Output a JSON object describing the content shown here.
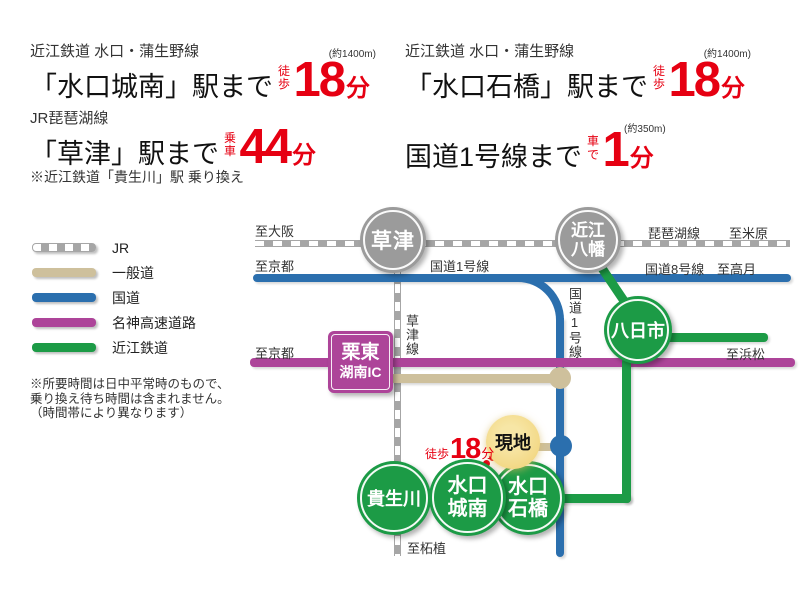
{
  "colors": {
    "accent_red": "#e60012",
    "jr_gray": "#a6a6a6",
    "road_tan": "#cec09c",
    "road_blue": "#2b6fae",
    "expressway_purple": "#ad4499",
    "rail_green": "#1c9b46",
    "station_gray": "#9b9b9b",
    "site_yellow": "#f3d987",
    "walk_dot_orange": "#ee7800"
  },
  "access": [
    {
      "railway": "近江鉄道 水口・蒲生野線",
      "destination": "「水口城南」駅まで",
      "mode": "徒歩",
      "minutes": "18",
      "unit": "分",
      "distance": "(約1400m)"
    },
    {
      "railway": "近江鉄道 水口・蒲生野線",
      "destination": "「水口石橋」駅まで",
      "mode": "徒歩",
      "minutes": "18",
      "unit": "分",
      "distance": "(約1400m)"
    },
    {
      "railway": "JR琵琶湖線",
      "destination": "「草津」駅まで",
      "mode": "乗車",
      "minutes": "44",
      "unit": "分",
      "transfer_note": "※近江鉄道「貴生川」駅 乗り換え"
    },
    {
      "destination": "国道1号線まで",
      "mode": "車で",
      "minutes": "1",
      "unit": "分",
      "distance": "(約350m)"
    }
  ],
  "legend": {
    "items": [
      {
        "label": "JR"
      },
      {
        "label": "一般道"
      },
      {
        "label": "国道"
      },
      {
        "label": "名神高速道路"
      },
      {
        "label": "近江鉄道"
      }
    ]
  },
  "disclaimer": {
    "line1": "※所要時間は日中平常時のもので、",
    "line2": "乗り換え待ち時間は含まれません。",
    "line3": "（時間帯により異なります）"
  },
  "map": {
    "stations": {
      "kusatsu": {
        "name": "草津"
      },
      "omihachiman": {
        "line1": "近江",
        "line2": "八幡"
      },
      "yokaichi": {
        "name": "八日市"
      },
      "kibukawa": {
        "name": "貴生川"
      },
      "minakuchijonan": {
        "line1": "水口",
        "line2": "城南"
      },
      "minakuchiishibashi": {
        "line1": "水口",
        "line2": "石橋"
      }
    },
    "ic": {
      "line1": "栗東",
      "line2": "湖南IC"
    },
    "site": {
      "label": "現地"
    },
    "walk": {
      "mode": "徒歩",
      "minutes": "18",
      "unit": "分"
    },
    "labels": {
      "to_osaka": "至大阪",
      "to_kyoto_route1": "至京都",
      "to_kyoto_meishin": "至京都",
      "to_maibara": "至米原",
      "to_takatsuki": "至高月",
      "to_hamamatsu": "至浜松",
      "to_tsuge": "至柘植",
      "biwako_line": "琵琶湖線",
      "route1_top": "国道1号線",
      "route1_vertical": "国道1号線",
      "route8": "国道8号線",
      "kusatsu_line": "草津線"
    }
  }
}
